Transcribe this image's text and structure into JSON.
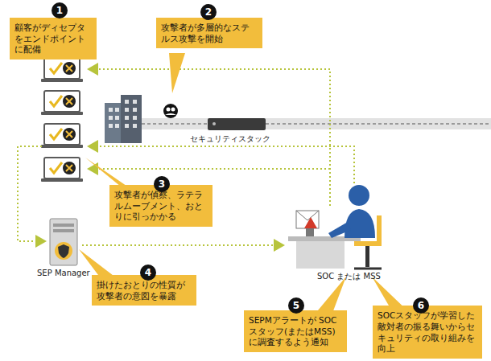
{
  "diagram": {
    "nodes": [
      {
        "text": [
          "顧客がディセプタをエンドポイントに配備"
        ]
      },
      {
        "text": [
          "攻撃者が多層的なステルス攻撃を開始"
        ]
      },
      {
        "text": [
          "攻撃者が偵察、ラテラルムーブメント、おとりに引っかかる"
        ]
      },
      {
        "text": [
          "掛けたおとりの性質が攻撃者の意図を暴露"
        ]
      },
      {
        "text": [
          "SEPMアラートが SOCスタッフ(またはMSS)に調査するよう通知"
        ]
      },
      {
        "text": [
          "SOCスタッフが学習した敵対者の振る舞いからセキュリティの取り組みを向上"
        ]
      }
    ],
    "labels": [
      "1",
      "2",
      "3",
      "4",
      "5",
      "6",
      "セキュリティスタック",
      "SEP Manager",
      "SOC または MSS"
    ]
  }
}
